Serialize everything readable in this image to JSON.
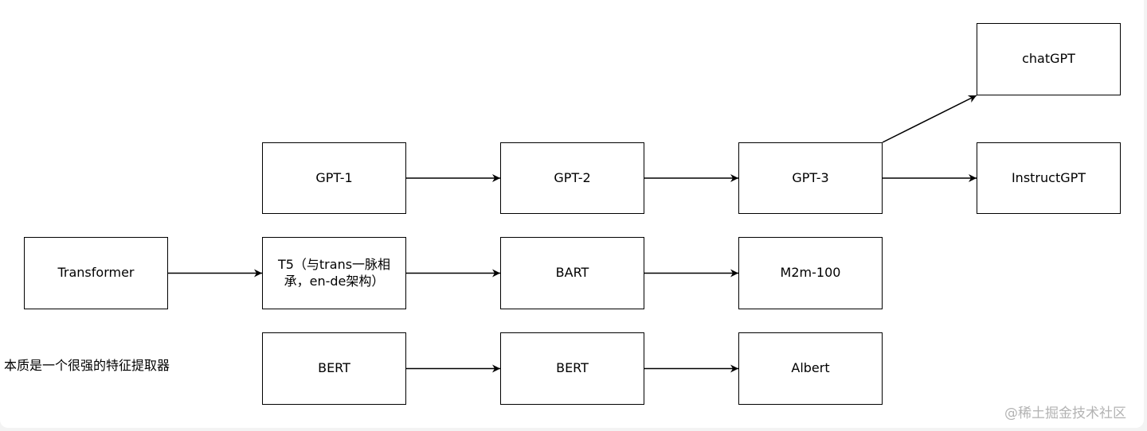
{
  "nodes": {
    "chatgpt": "chatGPT",
    "instructgpt": "InstructGPT",
    "gpt1": "GPT-1",
    "gpt2": "GPT-2",
    "gpt3": "GPT-3",
    "transformer": "Transformer",
    "t5": "T5（与trans一脉相承，en-de架构）",
    "bart": "BART",
    "m2m100": "M2m-100",
    "bert1": "BERT",
    "bert2": "BERT",
    "albert": "Albert"
  },
  "note": "本质是一个很强的特征提取器",
  "watermark": "@稀土掘金技术社区",
  "edges": [
    [
      "transformer",
      "t5"
    ],
    [
      "t5",
      "bart"
    ],
    [
      "bart",
      "m2m100"
    ],
    [
      "gpt1",
      "gpt2"
    ],
    [
      "gpt2",
      "gpt3"
    ],
    [
      "gpt3",
      "instructgpt"
    ],
    [
      "gpt3",
      "chatgpt"
    ],
    [
      "bert1",
      "bert2"
    ],
    [
      "bert2",
      "albert"
    ]
  ],
  "colors": {
    "stroke": "#000000",
    "background": "#ffffff",
    "watermark": "#b3b3b3"
  }
}
